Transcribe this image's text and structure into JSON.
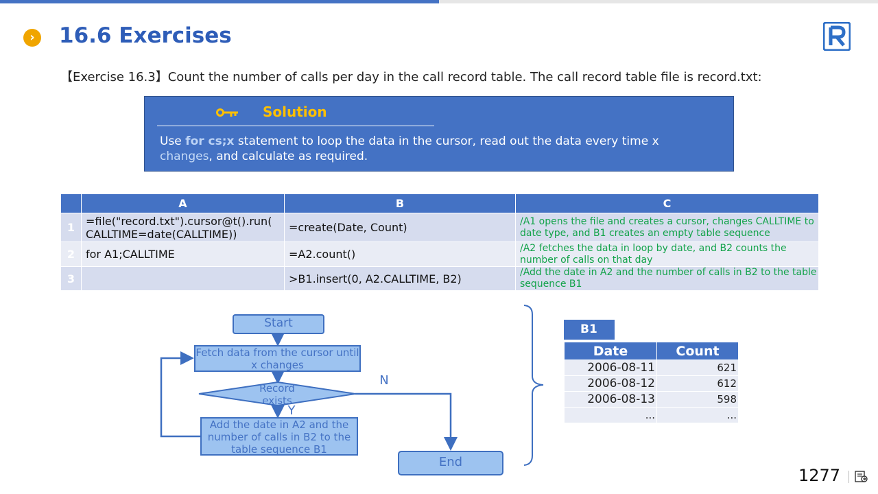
{
  "header": {
    "title": "16.6 Exercises",
    "bullet": "›",
    "accent_color": "#4472C4",
    "bullet_color": "#F0A500",
    "logo_icon": "raqsoft-logo-icon"
  },
  "exercise": {
    "text": "【Exercise 16.3】Count the number of calls per day in the call record table. The call record table file is record.txt:"
  },
  "solution": {
    "icon": "key-icon",
    "title": "Solution",
    "text_before": "Use ",
    "keyword": "for cs;x",
    "text_middle": " statement to loop the data in the cursor, read out the data every time x ",
    "keyword2": "changes",
    "text_after": ", and calculate as required."
  },
  "grid": {
    "columns": [
      "A",
      "B",
      "C"
    ],
    "rows": [
      {
        "num": "1",
        "a": "=file(\"record.txt\").cursor@t().run( CALLTIME=date(CALLTIME))",
        "b": "=create(Date, Count)",
        "c": "/A1 opens the file and creates a cursor, changes CALLTIME to date type, and B1 creates an empty table sequence"
      },
      {
        "num": "2",
        "a": "for A1;CALLTIME",
        "b": "=A2.count()",
        "c": "/A2 fetches the data in loop by date, and B2 counts the number of calls on that day"
      },
      {
        "num": "3",
        "a": "",
        "b": ">B1.insert(0, A2.CALLTIME, B2)",
        "c": "/Add the date in A2 and the number of calls in B2 to the table sequence B1"
      }
    ],
    "comment_color": "#13a34a"
  },
  "flowchart": {
    "start": "Start",
    "fetch": "Fetch data from the cursor until x changes",
    "decision": "Record exists",
    "yes": "Y",
    "no": "N",
    "add": "Add the date in A2 and the number of calls in B2 to the table sequence B1",
    "end": "End"
  },
  "result": {
    "tag": "B1",
    "headers": [
      "Date",
      "Count"
    ],
    "rows": [
      [
        "2006-08-11",
        "621"
      ],
      [
        "2006-08-12",
        "612"
      ],
      [
        "2006-08-13",
        "598"
      ],
      [
        "...",
        "..."
      ]
    ]
  },
  "footer": {
    "page_number": "1277",
    "page_icon": "slide-notes-icon"
  }
}
